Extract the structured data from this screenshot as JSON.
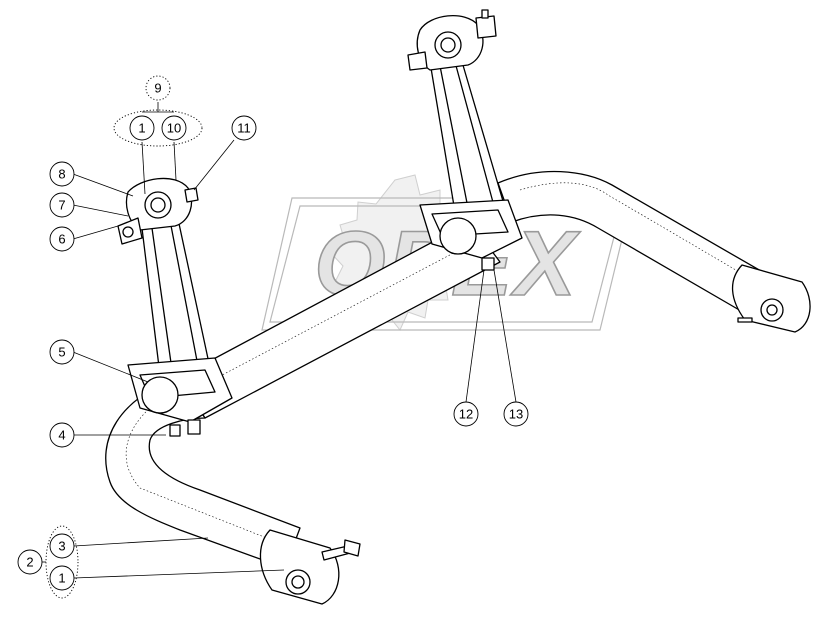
{
  "watermark": {
    "text": "OPEX"
  },
  "callouts": {
    "c1_top": "1",
    "c1_bottom": "1",
    "c2": "2",
    "c3": "3",
    "c4": "4",
    "c5": "5",
    "c6": "6",
    "c7": "7",
    "c8": "8",
    "c9": "9",
    "c10": "10",
    "c11": "11",
    "c12": "12",
    "c13": "13"
  }
}
